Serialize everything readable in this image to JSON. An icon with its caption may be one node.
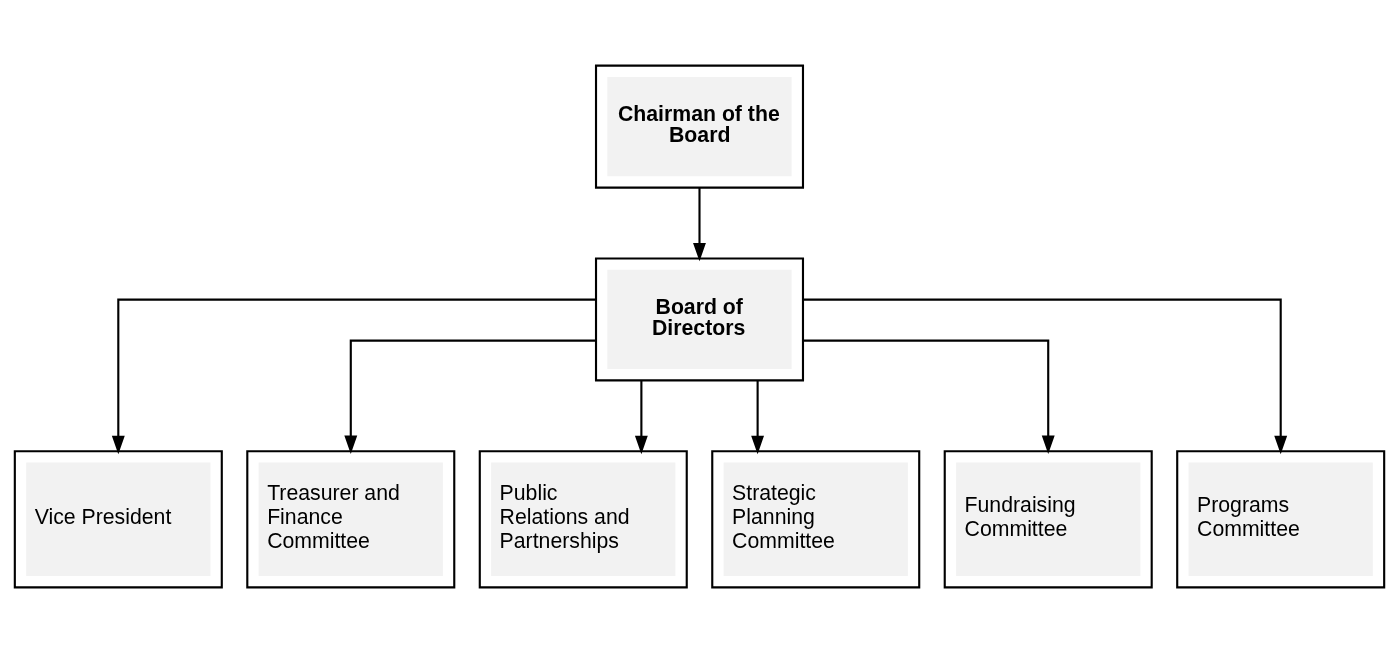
{
  "diagram": {
    "nodes": [
      {
        "text": [
          "Chairman of the Board"
        ]
      },
      {
        "text": [
          "Board of Directors"
        ]
      },
      {
        "text": [
          "Vice President"
        ]
      },
      {
        "text": [
          "Treasurer and Finance Committee"
        ]
      },
      {
        "text": [
          "Public Relations and Partnerships"
        ]
      },
      {
        "text": [
          "Strategic Planning Committee"
        ]
      },
      {
        "text": [
          "Fundraising Committee"
        ]
      },
      {
        "text": [
          "Programs Committee"
        ]
      }
    ],
    "edges": [
      {
        "from": 0,
        "to": 1,
        "arrow": "to"
      },
      {
        "from": 1,
        "to": 2,
        "arrow": "to"
      },
      {
        "from": 1,
        "to": 3,
        "arrow": "to"
      },
      {
        "from": 1,
        "to": 4,
        "arrow": "to"
      },
      {
        "from": 1,
        "to": 5,
        "arrow": "to"
      },
      {
        "from": 1,
        "to": 6,
        "arrow": "to"
      },
      {
        "from": 1,
        "to": 7,
        "arrow": "to"
      }
    ]
  }
}
